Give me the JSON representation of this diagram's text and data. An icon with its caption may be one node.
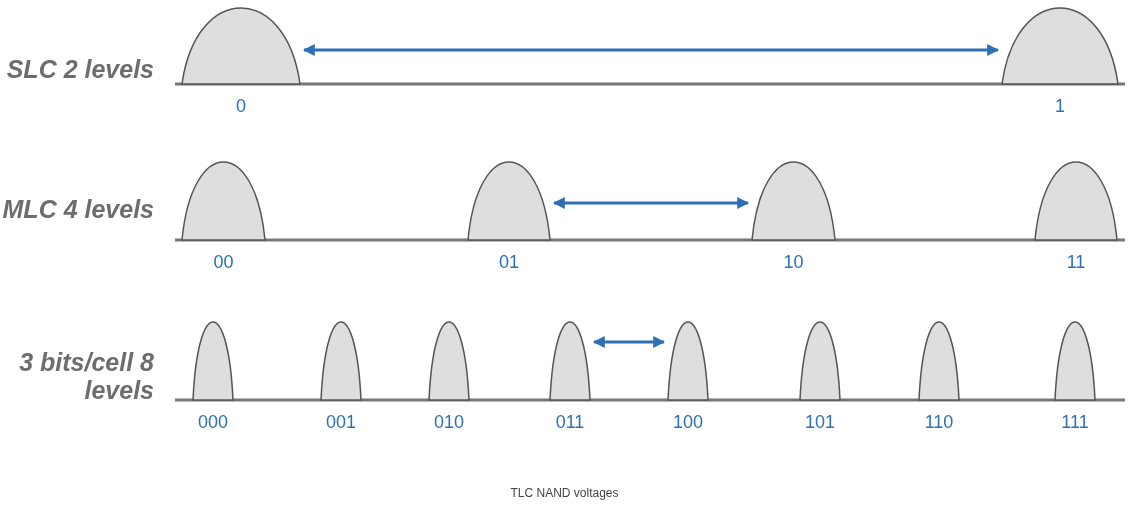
{
  "diagram": {
    "caption": "TLC NAND voltages",
    "nodes": [
      {
        "text": [],
        "shape": "curve",
        "beside": [
          "0"
        ]
      },
      {
        "text": [],
        "shape": "curve",
        "beside": [
          "1"
        ]
      },
      {
        "text": [],
        "shape": "curve",
        "beside": [
          "00"
        ]
      },
      {
        "text": [],
        "shape": "curve",
        "beside": [
          "01"
        ]
      },
      {
        "text": [],
        "shape": "curve",
        "beside": [
          "10"
        ]
      },
      {
        "text": [],
        "shape": "curve",
        "beside": [
          "11"
        ]
      },
      {
        "text": [],
        "shape": "curve",
        "beside": [
          "000"
        ]
      },
      {
        "text": [],
        "shape": "curve",
        "beside": [
          "001"
        ]
      },
      {
        "text": [],
        "shape": "curve",
        "beside": [
          "010"
        ]
      },
      {
        "text": [],
        "shape": "curve",
        "beside": [
          "011"
        ]
      },
      {
        "text": [],
        "shape": "curve",
        "beside": [
          "100"
        ]
      },
      {
        "text": [],
        "shape": "curve",
        "beside": [
          "101"
        ]
      },
      {
        "text": [],
        "shape": "curve",
        "beside": [
          "110"
        ]
      },
      {
        "text": [],
        "shape": "curve",
        "beside": [
          "111"
        ]
      }
    ],
    "edges": [
      {
        "from": 0,
        "to": 1,
        "arrow": "both"
      },
      {
        "from": 3,
        "to": 4,
        "arrow": "both"
      },
      {
        "from": 9,
        "to": 10,
        "arrow": "both"
      }
    ],
    "labels": [
      "SLC 2 levels",
      "MLC 4 levels",
      "3 bits/cell 8 levels"
    ]
  }
}
